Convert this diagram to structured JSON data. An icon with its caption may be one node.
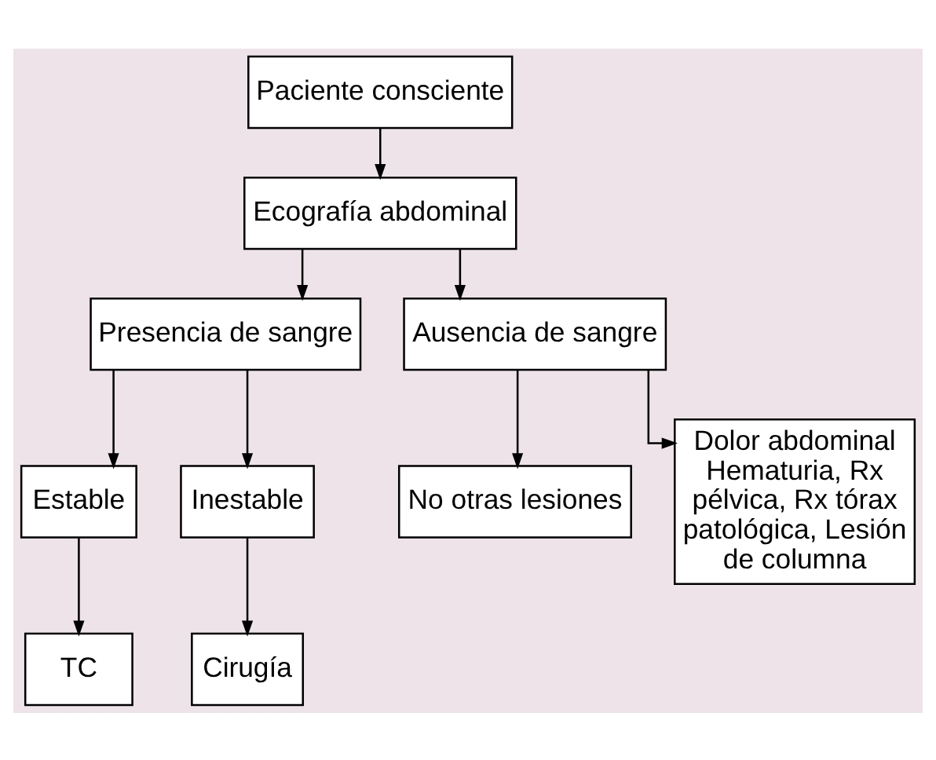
{
  "diagram": {
    "nodes": [
      {
        "text": [
          "Paciente consciente"
        ]
      },
      {
        "text": [
          "Ecografía abdominal"
        ]
      },
      {
        "text": [
          "Presencia de sangre"
        ]
      },
      {
        "text": [
          "Ausencia de sangre"
        ]
      },
      {
        "text": [
          "Estable"
        ]
      },
      {
        "text": [
          "Inestable"
        ]
      },
      {
        "text": [
          "No otras lesiones"
        ]
      },
      {
        "text": [
          "Dolor abdominal Hematuria, Rx pélvica, Rx tórax patológica, Lesión de columna"
        ]
      },
      {
        "text": [
          "TC"
        ]
      },
      {
        "text": [
          "Cirugía"
        ]
      }
    ],
    "edges": [
      {
        "from": 0,
        "to": 1,
        "arrow": "to"
      },
      {
        "from": 1,
        "to": 2,
        "arrow": "to"
      },
      {
        "from": 1,
        "to": 3,
        "arrow": "to"
      },
      {
        "from": 2,
        "to": 4,
        "arrow": "to"
      },
      {
        "from": 2,
        "to": 5,
        "arrow": "to"
      },
      {
        "from": 3,
        "to": 6,
        "arrow": "to"
      },
      {
        "from": 3,
        "to": 7,
        "arrow": "to"
      },
      {
        "from": 4,
        "to": 8,
        "arrow": "to"
      },
      {
        "from": 5,
        "to": 9,
        "arrow": "to"
      }
    ]
  }
}
